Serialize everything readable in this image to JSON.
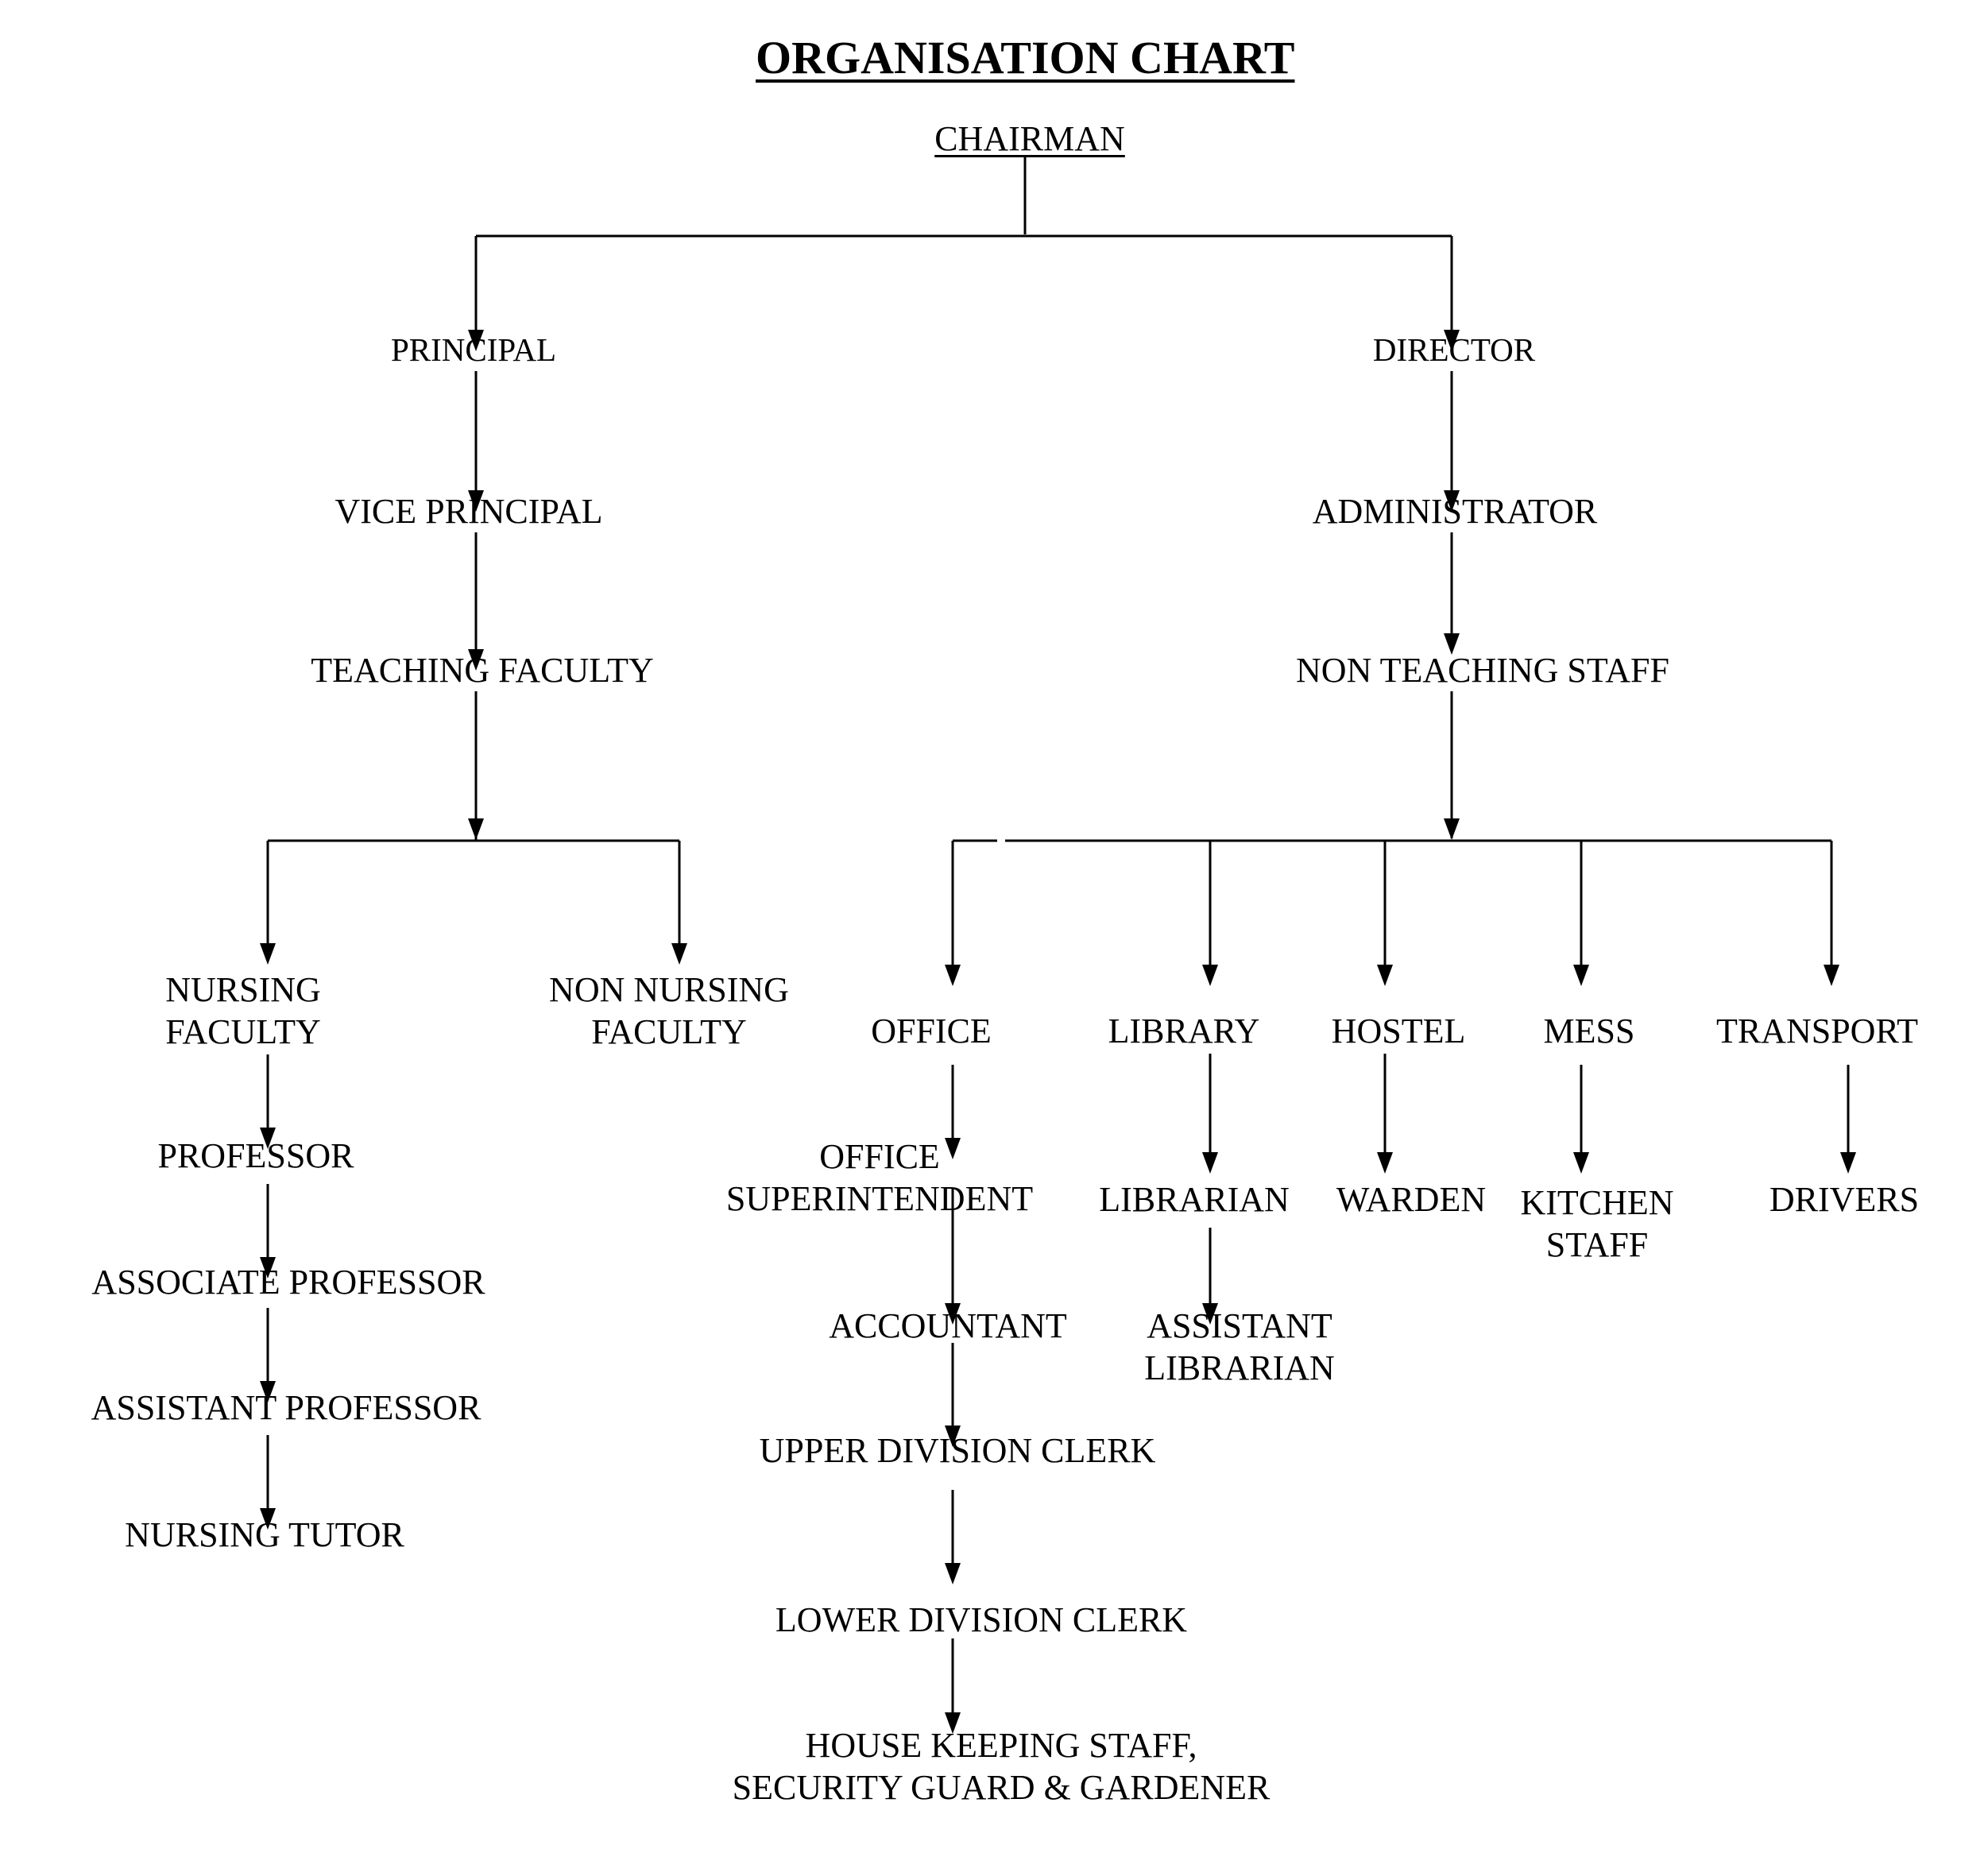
{
  "title": "ORGANISATION CHART",
  "root": "CHAIRMAN",
  "academic": {
    "head": "PRINCIPAL",
    "deputy": "VICE PRINCIPAL",
    "group": "TEACHING FACULTY",
    "nursing_faculty": {
      "label": [
        "NURSING",
        "FACULTY"
      ],
      "ranks": [
        "PROFESSOR",
        "ASSOCIATE PROFESSOR",
        "ASSISTANT PROFESSOR",
        "NURSING TUTOR"
      ]
    },
    "non_nursing_faculty": [
      "NON NURSING",
      "FACULTY"
    ]
  },
  "administration": {
    "head": "DIRECTOR",
    "deputy": "ADMINISTRATOR",
    "group": "NON TEACHING STAFF",
    "departments": {
      "office": {
        "label": "OFFICE",
        "chain": [
          [
            "OFFICE",
            "SUPERINTENDENT"
          ],
          "ACCOUNTANT",
          "UPPER DIVISION CLERK",
          "LOWER DIVISION CLERK",
          [
            "HOUSE KEEPING STAFF,",
            "SECURITY GUARD & GARDENER"
          ]
        ]
      },
      "library": {
        "label": "LIBRARY",
        "chain": [
          "LIBRARIAN",
          [
            "ASSISTANT",
            "LIBRARIAN"
          ]
        ]
      },
      "hostel": {
        "label": "HOSTEL",
        "chain": [
          "WARDEN"
        ]
      },
      "mess": {
        "label": "MESS",
        "chain": [
          [
            "KITCHEN",
            "STAFF"
          ]
        ]
      },
      "transport": {
        "label": "TRANSPORT",
        "chain": [
          "DRIVERS"
        ]
      }
    }
  }
}
